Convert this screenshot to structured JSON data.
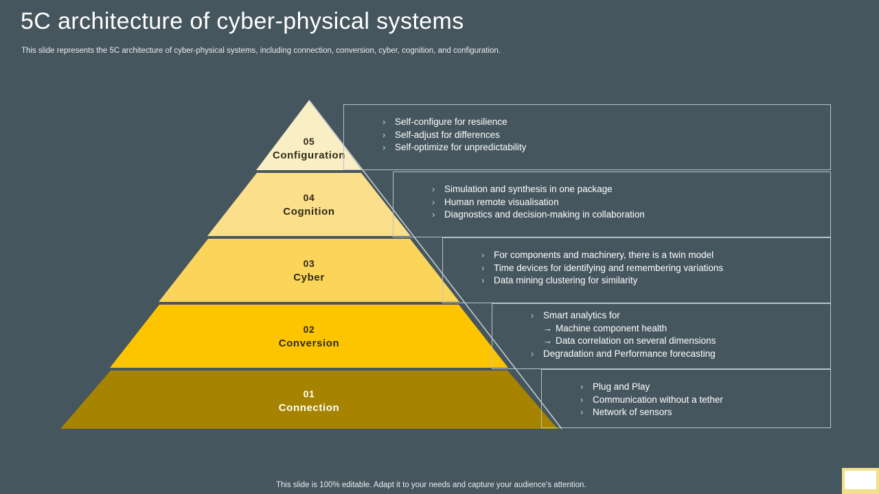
{
  "slide": {
    "title": "5C architecture of cyber-physical systems",
    "subtitle": "This slide represents the 5C architecture of cyber-physical systems, including connection, conversion, cyber, cognition, and configuration.",
    "footer_note": "This slide is 100% editable. Adapt it to your needs and capture your audience's attention.",
    "background_color": "#46565f"
  },
  "pyramid": {
    "levels": [
      {
        "number": "05",
        "name": "Configuration",
        "fill_color": "#faeec5",
        "text_color": "#2f2a17"
      },
      {
        "number": "04",
        "name": "Cognition",
        "fill_color": "#fbdf8b",
        "text_color": "#2f2a17"
      },
      {
        "number": "03",
        "name": "Cyber",
        "fill_color": "#fbd45a",
        "text_color": "#2f2a17"
      },
      {
        "number": "02",
        "name": "Conversion",
        "fill_color": "#fcc500",
        "text_color": "#2f2a17"
      },
      {
        "number": "01",
        "name": "Connection",
        "fill_color": "#a78400",
        "text_color": "#ffffff"
      }
    ]
  },
  "panels": [
    {
      "level": "05",
      "items": [
        {
          "marker": "chevron",
          "text": "Self-configure for resilience"
        },
        {
          "marker": "chevron",
          "text": "Self-adjust for differences"
        },
        {
          "marker": "chevron",
          "text": "Self-optimize for unpredictability"
        }
      ]
    },
    {
      "level": "04",
      "items": [
        {
          "marker": "chevron",
          "text": "Simulation and synthesis in one package"
        },
        {
          "marker": "chevron",
          "text": "Human remote visualisation"
        },
        {
          "marker": "chevron",
          "text": "Diagnostics and decision-making in collaboration"
        }
      ]
    },
    {
      "level": "03",
      "items": [
        {
          "marker": "chevron",
          "text": "For components and machinery, there is a twin model"
        },
        {
          "marker": "chevron",
          "text": "Time devices for identifying  and remembering variations"
        },
        {
          "marker": "chevron",
          "text": "Data mining clustering for similarity"
        }
      ]
    },
    {
      "level": "02",
      "items": [
        {
          "marker": "chevron",
          "text": "Smart analytics for"
        },
        {
          "marker": "arrow",
          "text": "Machine component health"
        },
        {
          "marker": "arrow",
          "text": "Data correlation on several dimensions"
        },
        {
          "marker": "chevron",
          "text": "Degradation and Performance forecasting"
        }
      ]
    },
    {
      "level": "01",
      "items": [
        {
          "marker": "chevron",
          "text": "Plug and Play"
        },
        {
          "marker": "chevron",
          "text": "Communication without a tether"
        },
        {
          "marker": "chevron",
          "text": "Network of sensors"
        }
      ]
    }
  ],
  "icons": {
    "chevron": "›",
    "arrow": "→"
  }
}
